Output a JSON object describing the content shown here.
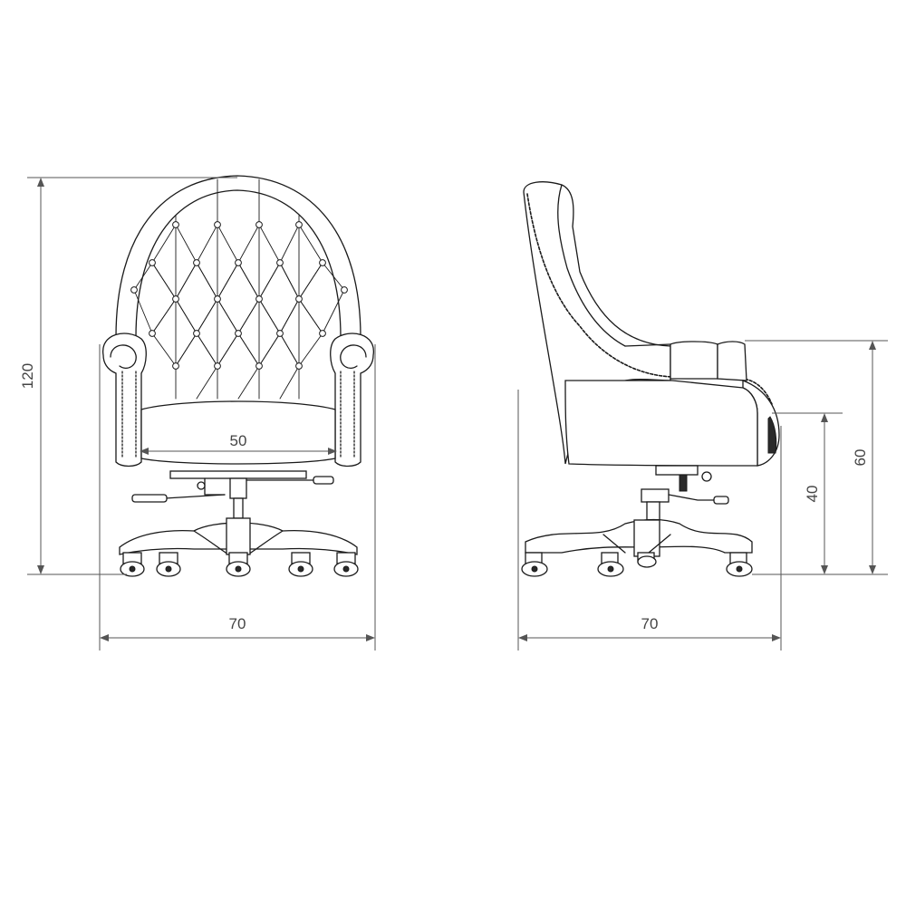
{
  "dimensions": {
    "front_width": "70",
    "front_height": "120",
    "seat_width": "50",
    "side_depth": "70",
    "seat_height": "40",
    "arm_height": "60"
  },
  "colors": {
    "line": "#1a1a1a",
    "dimension_line": "#555555",
    "background": "#ffffff"
  }
}
